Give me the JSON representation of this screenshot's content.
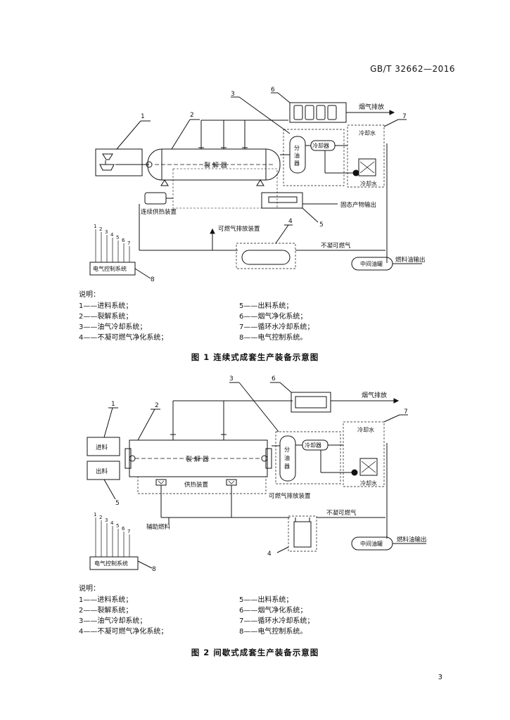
{
  "header": {
    "standard": "GB/T 32662—2016"
  },
  "figure1": {
    "callouts": [
      "1",
      "2",
      "3",
      "4",
      "5",
      "6",
      "7",
      "8"
    ],
    "labels": {
      "reactor": "裂 解 器",
      "separator": "分\n油\n器",
      "condenser": "冷却器",
      "cooling_water": "冷却水",
      "cooling_water2": "冷却水",
      "flue_gas": "烟气排放",
      "heating": "连续供热装置",
      "solid_output": "固态产物输出",
      "gas_release": "可燃气排放装置",
      "noncond_gas": "不凝可燃气",
      "tank": "中间油罐",
      "fuel_output": "燃料油输出",
      "control": "电气控制系统",
      "ctrl_nums": [
        "1",
        "2",
        "3",
        "4",
        "5",
        "6",
        "7"
      ]
    },
    "legend_title": "说明：",
    "legend": [
      "1——进料系统；",
      "5——出料系统；",
      "2——裂解系统；",
      "6——烟气净化系统；",
      "3——油气冷却系统；",
      "7——循环水冷却系统；",
      "4——不凝可燃气净化系统；",
      "8——电气控制系统。"
    ],
    "caption": "图 1  连续式成套生产装备示意图"
  },
  "figure2": {
    "callouts": [
      "1",
      "2",
      "3",
      "4",
      "5",
      "6",
      "7",
      "8"
    ],
    "labels": {
      "reactor": "裂 解 器",
      "separator": "分\n油\n器",
      "condenser": "冷却器",
      "cooling_water": "冷却水",
      "cooling_water2": "冷却水",
      "flue_gas": "烟气排放",
      "feed_in": "进料",
      "discharge": "出料",
      "heating": "供热装置",
      "aux_fuel": "辅助燃料",
      "gas_release": "可燃气排放装置",
      "noncond_gas": "不凝可燃气",
      "tank": "中间油罐",
      "fuel_output": "燃料油输出",
      "control": "电气控制系统",
      "ctrl_nums": [
        "1",
        "2",
        "3",
        "4",
        "5",
        "6",
        "7"
      ]
    },
    "legend_title": "说明：",
    "legend": [
      "1——进料系统；",
      "5——出料系统；",
      "2——裂解系统；",
      "6——烟气净化系统；",
      "3——油气冷却系统；",
      "7——循环水冷却系统；",
      "4——不凝可燃气净化系统；",
      "8——电气控制系统。"
    ],
    "caption": "图 2  间歇式成套生产装备示意图"
  },
  "footer": {
    "page_number": "3"
  }
}
